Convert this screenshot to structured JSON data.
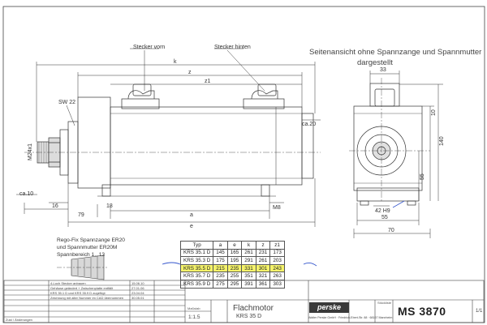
{
  "title_views": {
    "side_view_line1": "Seitenansicht ohne Spannzange und Spannmutter",
    "side_view_line2": "dargestellt"
  },
  "labels": {
    "stecker_vorn": "Stecker vorn",
    "stecker_hinten": "Stecker hinten",
    "sw": "SW 22",
    "thread": "M24x1",
    "ca10": "ca.10",
    "ca20": "ca.20",
    "m8": "M8",
    "dim_k": "k",
    "dim_z": "z",
    "dim_z1": "z1",
    "dim_a": "a",
    "dim_e": "e",
    "dim_16": "16",
    "dim_79": "79",
    "dim_18": "18",
    "dim_33": "33",
    "dim_10": "10",
    "dim_140": "140",
    "dim_55_v": "55",
    "dim_42h9": "42 H9",
    "dim_55_h": "55",
    "dim_70": "70"
  },
  "collet_note": {
    "line1": "Rego-Fix Spannzange ER20",
    "line2": "und Spannmutter ER20M",
    "line3": "Spannbereich 1...13"
  },
  "table": {
    "headers": [
      "Typ",
      "a",
      "e",
      "k",
      "z",
      "z1"
    ],
    "rows": [
      [
        "KRS 35.1 D",
        "145",
        "165",
        "261",
        "231",
        "173"
      ],
      [
        "KRS 35.3 D",
        "175",
        "195",
        "291",
        "261",
        "203"
      ],
      [
        "KRS 35.5 D",
        "215",
        "235",
        "331",
        "301",
        "243"
      ],
      [
        "KRS 35.7 D",
        "235",
        "255",
        "351",
        "321",
        "263"
      ],
      [
        "KRS 35.9 D",
        "275",
        "295",
        "391",
        "361",
        "303"
      ]
    ],
    "highlight_row": 2
  },
  "title_block": {
    "name": "Flachmotor",
    "model": "KRS 35 D",
    "logo": "perske",
    "company": "Walter Perske GmbH · Friedrich-Ebert-Str. 88 · 68167 Mannheim",
    "number": "MS 3870",
    "scale_label": "Maßstab",
    "scale": "1:1.5",
    "part_label": "Stückliste",
    "sheet": "1/1",
    "rev_header": "Zust / Änderungen",
    "revisions": [
      "4-Loch Stecker anbauen",
      "Gehäuse geändert + Zwischenplatte entfällt",
      "KRS 35.1 D und KRS 35.9 D zugefügt",
      "Zeichnung mit alter Nummer im CAD übernommen"
    ],
    "revision_dates": [
      "15.06.10",
      "27.01.06",
      "23.04.04",
      "30.05.01"
    ]
  },
  "colors": {
    "ink": "#333333",
    "highlight": "#f5f36a",
    "arrow": "#3355cc",
    "frame": "#444444"
  }
}
